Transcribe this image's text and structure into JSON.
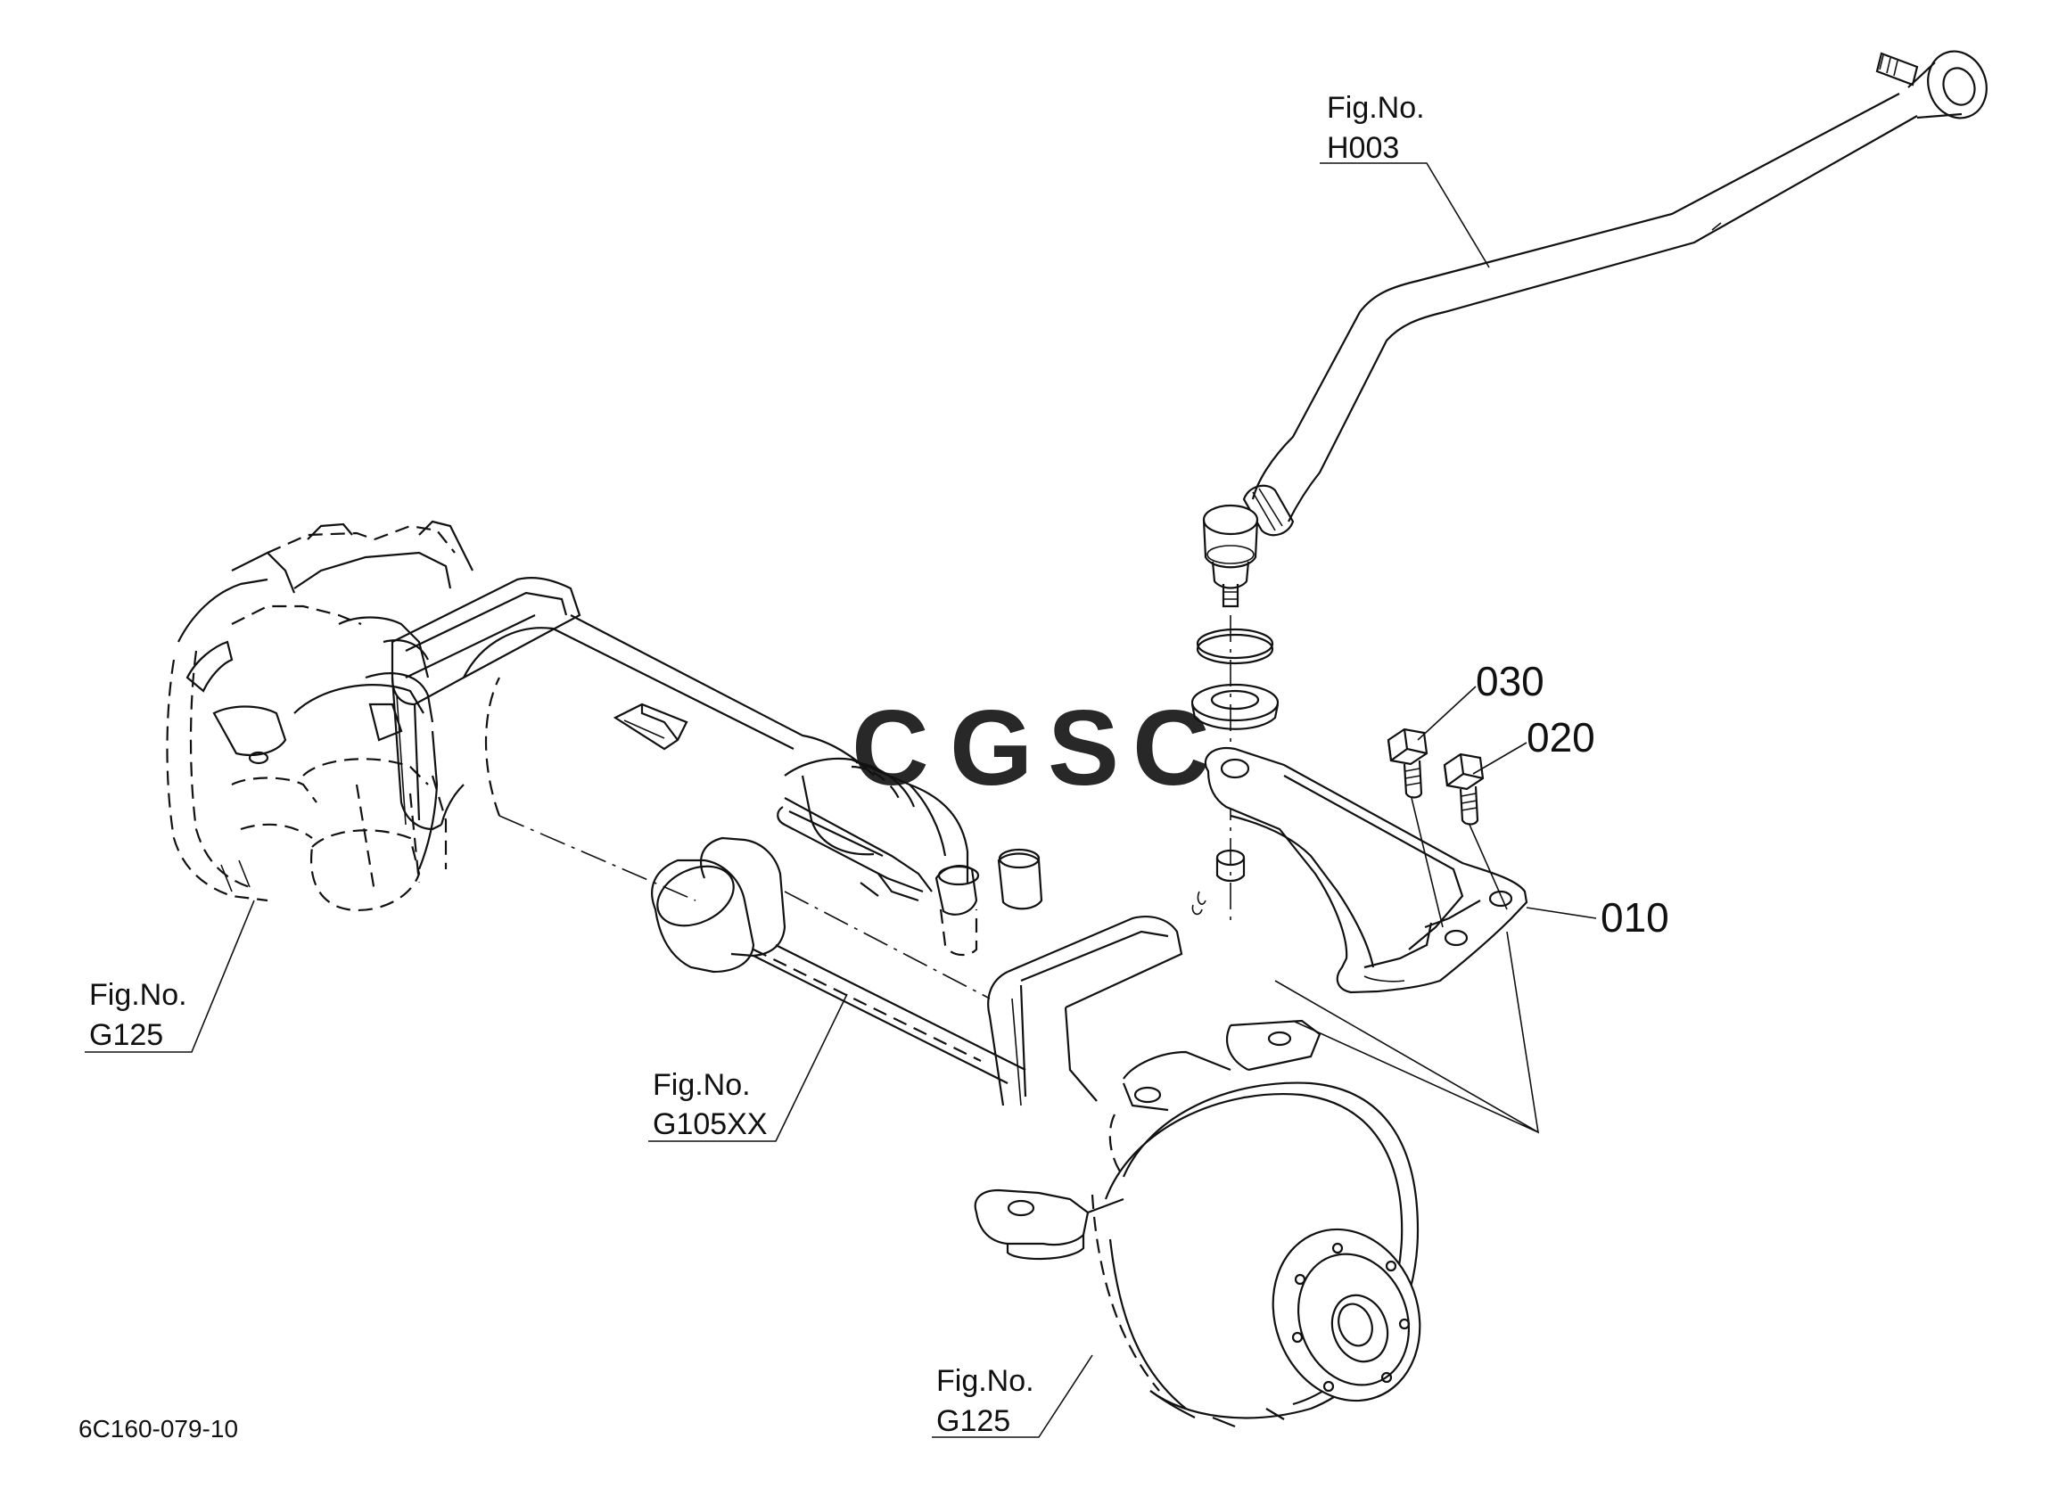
{
  "callouts": {
    "h003": {
      "line1": "Fig.No.",
      "line2": "H003"
    },
    "g125_left": {
      "line1": "Fig.No.",
      "line2": "G125"
    },
    "g105xx": {
      "line1": "Fig.No.",
      "line2": "G105XX"
    },
    "g125_bottom": {
      "line1": "Fig.No.",
      "line2": "G125"
    }
  },
  "parts": {
    "p010": "010",
    "p020": "020",
    "p030": "030"
  },
  "drawing_code": "6C160-079-10",
  "watermark": {
    "letters": [
      "C",
      "G",
      "S",
      "C"
    ],
    "colors": [
      "#7aa7f0",
      "#f19a8e",
      "#f5d36a",
      "#6fbf8e"
    ]
  }
}
